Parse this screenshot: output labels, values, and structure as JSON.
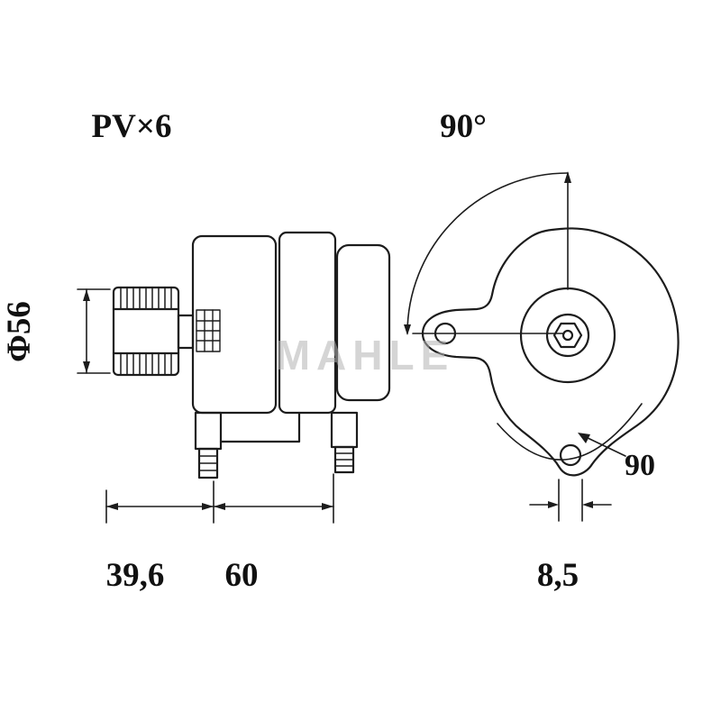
{
  "diagram": {
    "watermark": "MAHLE",
    "line_color": "#1c1c1c",
    "watermark_color": "#b3b3b3",
    "labels": {
      "pulley_type": "PV×6",
      "top_angle": "90°",
      "pulley_diameter": "Φ56",
      "dim_pulley_offset": "39,6",
      "dim_body_length": "60",
      "bottom_angle": "90",
      "dim_hole": "8,5"
    }
  }
}
